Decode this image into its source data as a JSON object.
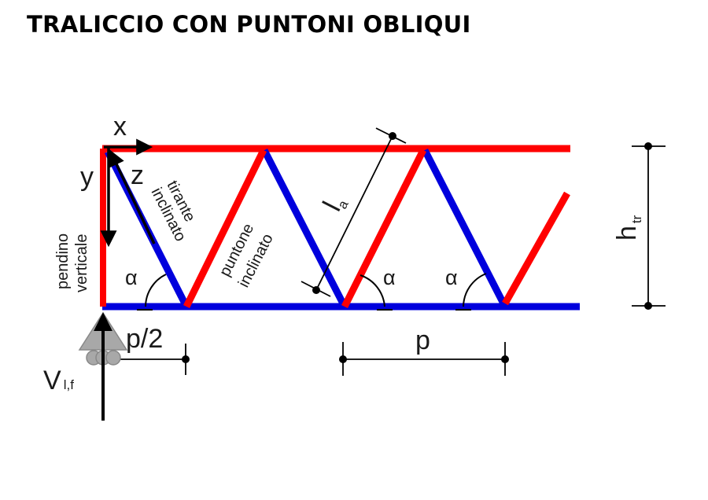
{
  "title": "TRALICCIO CON PUNTONI OBLIQUI",
  "colors": {
    "chord_top": "#ff0000",
    "chord_bottom": "#0000dd",
    "tie_member": "#0000dd",
    "strut_member": "#ff0000",
    "dimension": "#000000",
    "support": "#a8a8a8"
  },
  "labels": {
    "x_axis": "x",
    "y_axis": "y",
    "z_axis": "z",
    "tie_line1": "tirante",
    "tie_line2": "inclinato",
    "strut_line1": "puntone",
    "strut_line2": "inclinato",
    "hanger_line1": "pendino",
    "hanger_line2": "verticale",
    "angle_symbol": "α",
    "la_main": "l",
    "la_sub": "a",
    "htr_main": "h",
    "htr_sub": "tr",
    "half_pitch": "p/2",
    "pitch": "p",
    "reaction_main": "V",
    "reaction_sub": "l,f"
  }
}
